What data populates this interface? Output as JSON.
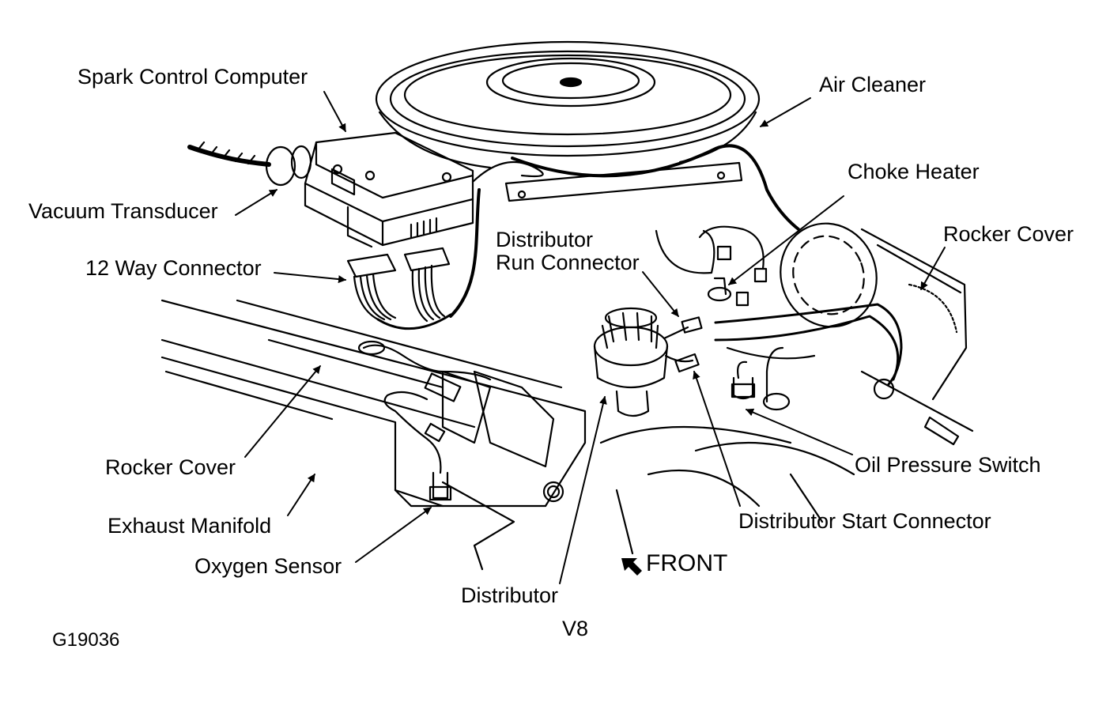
{
  "diagram": {
    "labels": {
      "spark_control_computer": "Spark Control Computer",
      "air_cleaner": "Air Cleaner",
      "choke_heater": "Choke Heater",
      "vacuum_transducer": "Vacuum Transducer",
      "rocker_cover_right": "Rocker Cover",
      "distributor_run_connector_line1": "Distributor",
      "distributor_run_connector_line2": "Run Connector",
      "twelve_way_connector": "12 Way Connector",
      "rocker_cover_left": "Rocker Cover",
      "oil_pressure_switch": "Oil Pressure Switch",
      "exhaust_manifold": "Exhaust Manifold",
      "distributor_start_connector": "Distributor Start Connector",
      "front": "FRONT",
      "oxygen_sensor": "Oxygen Sensor",
      "distributor": "Distributor",
      "engine": "V8",
      "figure_id": "G19036"
    },
    "colors": {
      "ink": "#000000",
      "paper": "#ffffff"
    }
  }
}
